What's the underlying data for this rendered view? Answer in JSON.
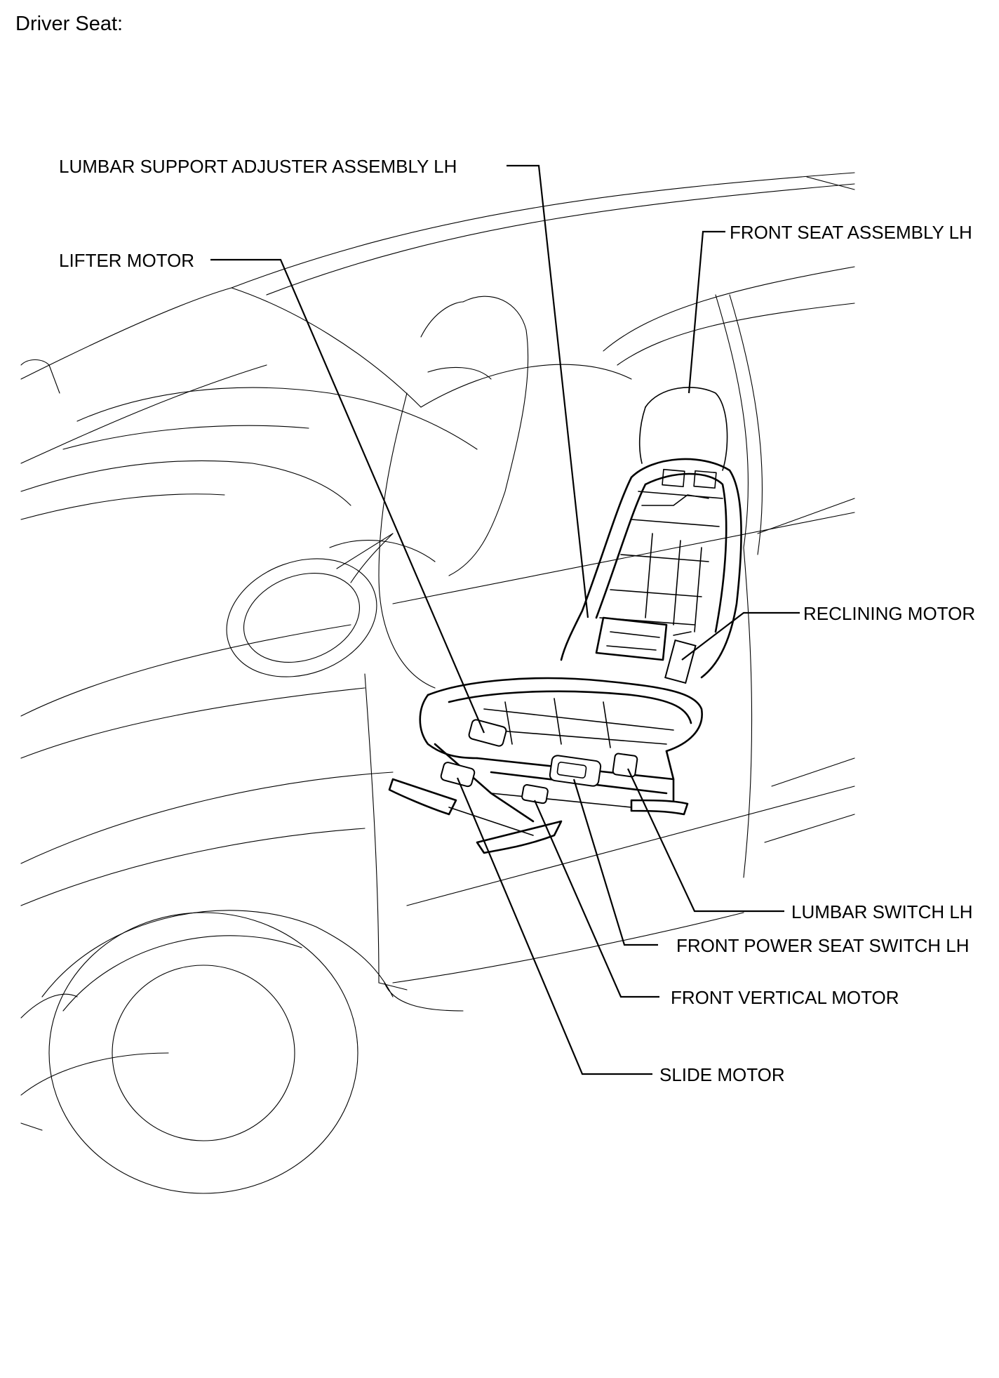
{
  "title": "Driver Seat:",
  "callouts": {
    "lumbar_support_adjuster": "LUMBAR SUPPORT ADJUSTER ASSEMBLY LH",
    "lifter_motor": "LIFTER MOTOR",
    "front_seat_assembly": "FRONT SEAT ASSEMBLY LH",
    "reclining_motor": "RECLINING MOTOR",
    "lumbar_switch": "LUMBAR SWITCH LH",
    "front_power_seat_switch": "FRONT POWER SEAT SWITCH LH",
    "front_vertical_motor": "FRONT VERTICAL MOTOR",
    "slide_motor": "SLIDE MOTOR"
  }
}
